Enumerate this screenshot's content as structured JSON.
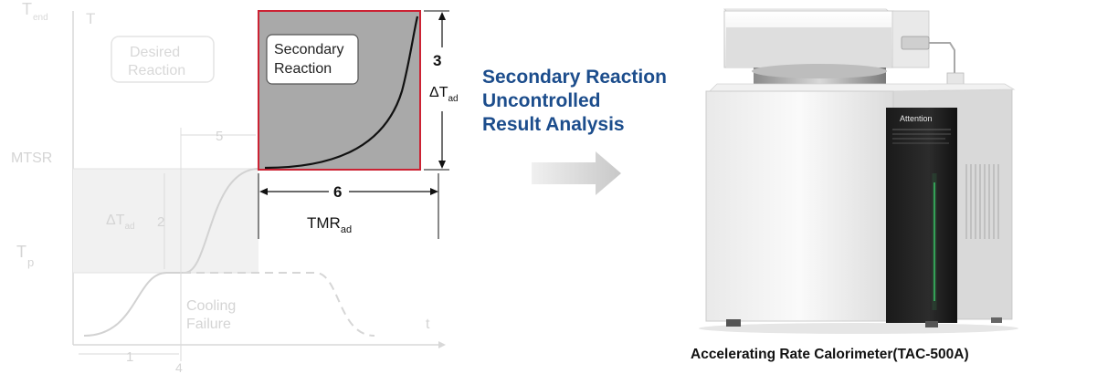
{
  "diagram": {
    "axis_top_label": "T",
    "axis_top_sub": "end",
    "axis_y_label": "T",
    "axis_x_label": "t",
    "desired_line1": "Desired",
    "desired_line2": "Reaction",
    "secondary_line1": "Secondary",
    "secondary_line2": "Reaction",
    "mtsr_label": "MTSR",
    "tp_label": "T",
    "tp_sub": "p",
    "delta_symbol": "Δ",
    "delta_t": "T",
    "ad_sub": "ad",
    "cooling_line1": "Cooling",
    "cooling_line2": "Failure",
    "tmr_label": "TMR",
    "step_labels": [
      "1",
      "2",
      "3",
      "4",
      "5",
      "6"
    ]
  },
  "headline": {
    "line1": "Secondary Reaction",
    "line2": "Uncontrolled",
    "line3": "Result Analysis"
  },
  "device": {
    "panel_label": "Attention"
  },
  "caption": "Accelerating Rate Calorimeter(TAC-500A)",
  "colors": {
    "headline": "#1c4d8c",
    "highlight_border": "#cc2233",
    "highlight_fill": "#a9a9a9",
    "faded": "#d4d4d4"
  }
}
